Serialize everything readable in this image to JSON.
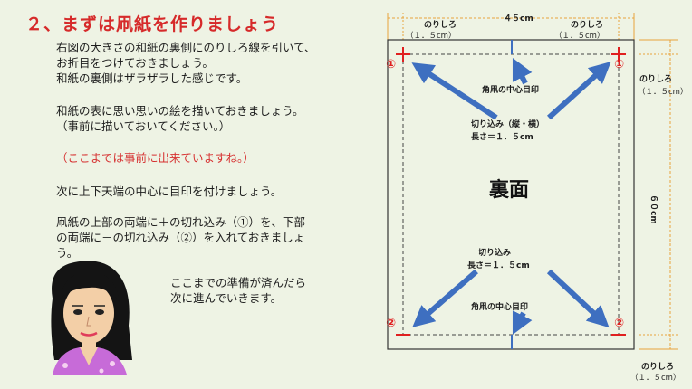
{
  "slide": {
    "title": "２、まずは凧紙を作りましょう",
    "paragraphs": [
      "右図の大きさの和紙の裏側にのりしろ線を引いて、",
      "お折目をつけておきましょう。",
      "和紙の裏側はザラザラした感じです。",
      "和紙の表に思い思いの絵を描いておきましょう。",
      "（事前に描いておいてください。）",
      "（ここまでは事前に出来ていますね。）",
      "次に上下天端の中心に目印を付けましょう。",
      "凧紙の上部の両端に＋の切れ込み（①）を、下部",
      "の両端に－の切れ込み（②）を入れておきましょ",
      "う。"
    ],
    "note_lines": [
      "ここまでの準備が済んだら",
      "次に進んでいきます。"
    ]
  },
  "diagram": {
    "width_label": "４５cm",
    "height_label": "６０cm",
    "margin_label": "のりしろ",
    "margin_value": "（１．５cm）",
    "center_mark_label": "角凧の中心目印",
    "cut_top_label": "切り込み（縦・横）",
    "cut_top_length": "長さ＝１．５cm",
    "cut_bottom_label": "切り込み",
    "cut_bottom_length": "長さ＝１．５cm",
    "back_side": "裏面",
    "mark1": "①",
    "mark2": "②"
  },
  "colors": {
    "title": "#d62a2a",
    "accent_arrow": "#3e6fc0",
    "cut_mark": "#e02020",
    "dim_line": "#e8a33c",
    "background": "#eef3e4"
  }
}
